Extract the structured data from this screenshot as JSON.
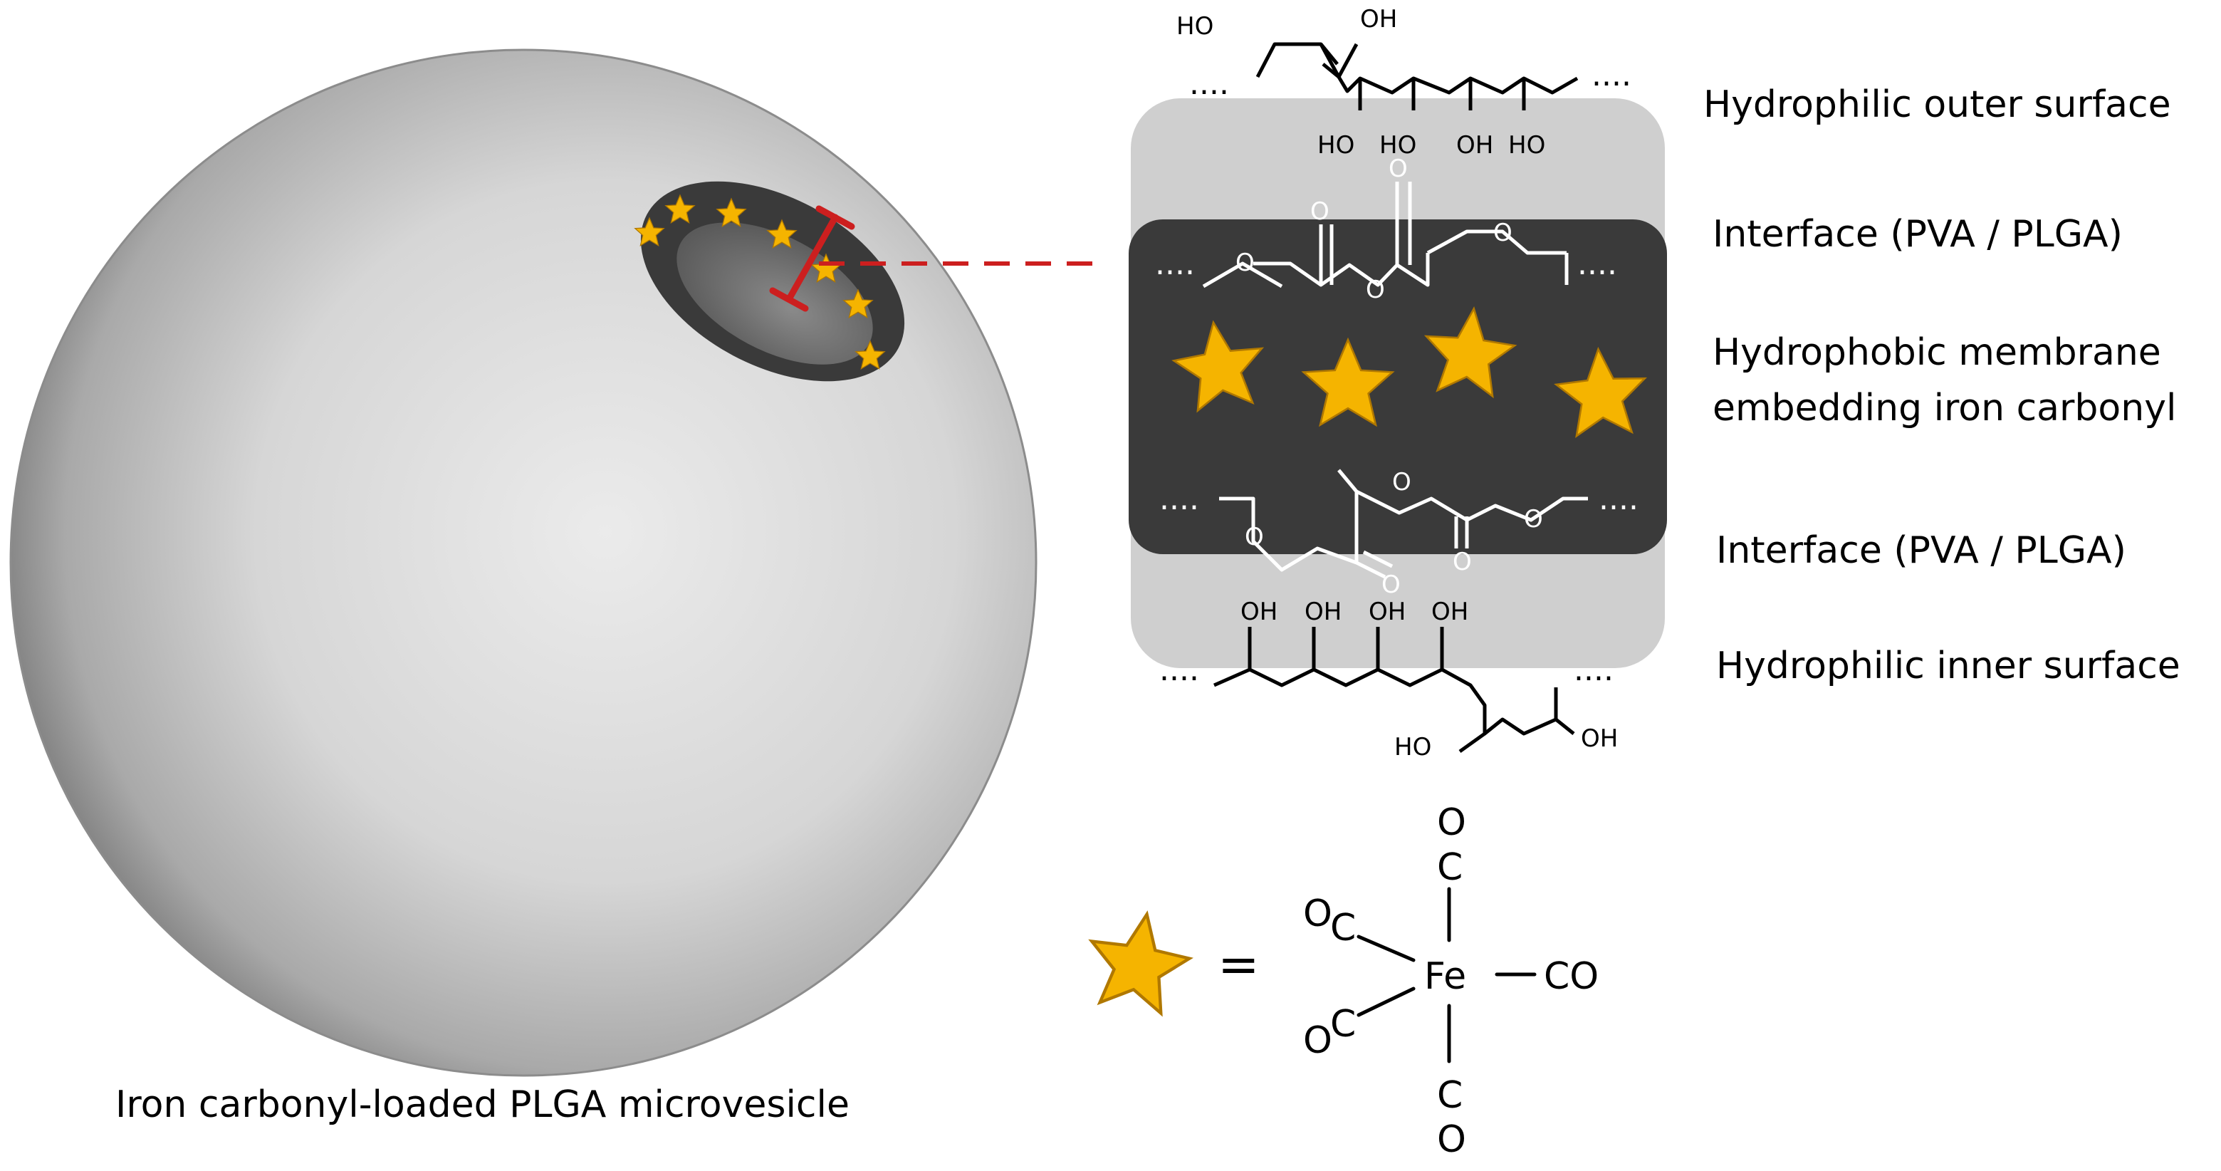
{
  "caption": "Iron carbonyl-loaded PLGA microvesicle",
  "layers": {
    "outer": "Hydrophilic outer surface",
    "interface_top": "Interface (PVA / PLGA)",
    "membrane_line1": "Hydrophobic membrane",
    "membrane_line2": "embedding iron carbonyl",
    "interface_bottom": "Interface (PVA / PLGA)",
    "inner": "Hydrophilic inner surface"
  },
  "chem": {
    "ho": "HO",
    "oh": "OH",
    "dots": "....",
    "ellipsis_dots": "····",
    "o": "O",
    "c": "C",
    "fe": "Fe",
    "co": "CO",
    "equals": "="
  },
  "colors": {
    "membrane": "#3a3a3a",
    "hydrophilic_box": "#cfcfcf",
    "star_fill": "#f5b400",
    "star_stroke": "#b07800",
    "marker": "#cc1f1f",
    "sphere_light": "#e3e3e3",
    "sphere_dark": "#6e6e6e"
  }
}
